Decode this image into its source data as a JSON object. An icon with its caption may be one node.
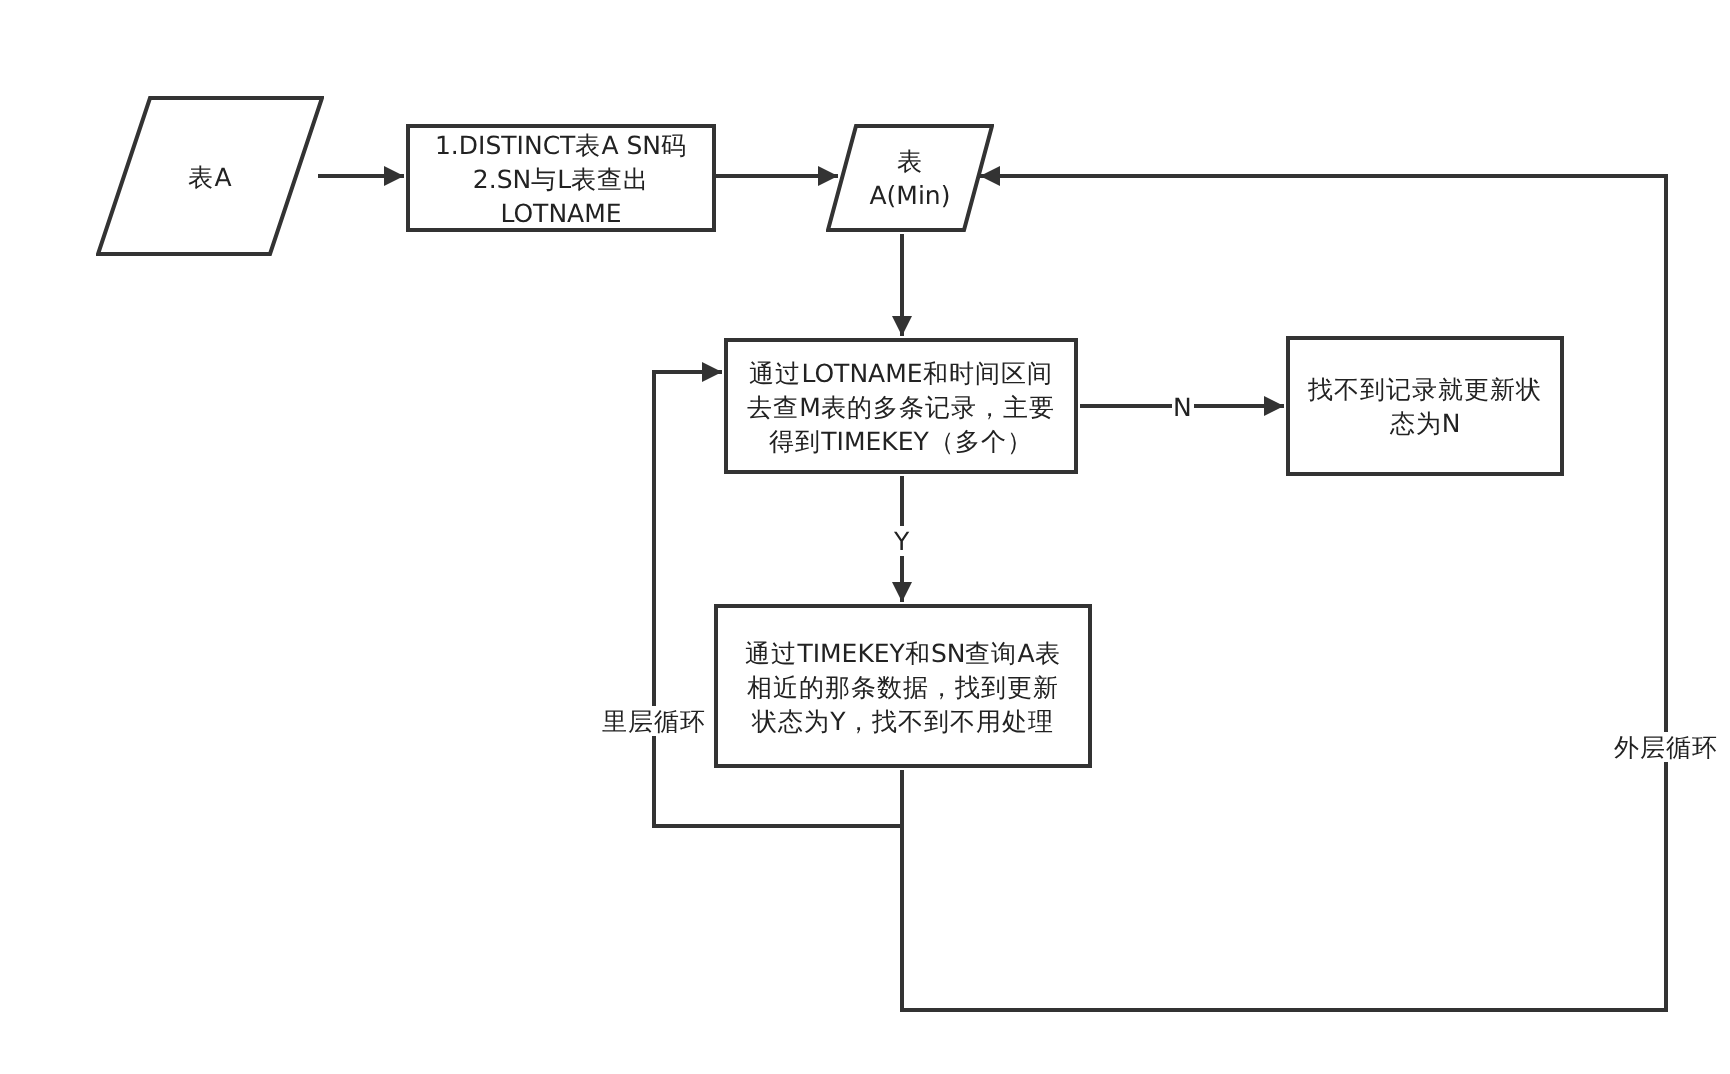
{
  "diagram": {
    "nodes": [
      {
        "text": [
          "表A"
        ]
      },
      {
        "text": [
          "1.DISTINCT表A SN码 2.SN与L表查出 LOTNAME"
        ]
      },
      {
        "text": [
          "表A(Min)"
        ]
      },
      {
        "text": [
          "通过LOTNAME和时间区间去查M表的多条记录，主要得到TIMEKEY（多个）"
        ]
      },
      {
        "text": [
          "找不到记录就更新状态为N"
        ]
      },
      {
        "text": [
          "通过TIMEKEY和SN查询A表相近的那条数据，找到更新状态为Y，找不到不用处理"
        ]
      }
    ],
    "edges": [
      {
        "from": 0,
        "to": 1,
        "arrow": "to"
      },
      {
        "from": 1,
        "to": 2,
        "arrow": "to"
      },
      {
        "from": 2,
        "to": 3,
        "arrow": "to"
      },
      {
        "from": 3,
        "to": 4,
        "arrow": "to",
        "label": "N"
      },
      {
        "from": 3,
        "to": 5,
        "arrow": "to",
        "label": "Y"
      },
      {
        "from": 5,
        "to": 3,
        "arrow": "to",
        "label": "里层循环"
      },
      {
        "from": 5,
        "to": 2,
        "arrow": "to",
        "label": "外层循环"
      }
    ]
  }
}
